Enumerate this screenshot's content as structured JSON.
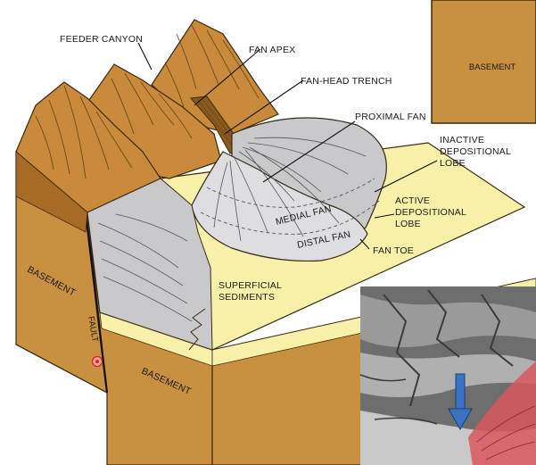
{
  "labels": {
    "feeder_canyon": "FEEDER CANYON",
    "fan_apex": "FAN APEX",
    "fan_head_trench": "FAN-HEAD TRENCH",
    "proximal_fan": "PROXIMAL FAN",
    "inactive_lobe": [
      "INACTIVE",
      "DEPOSITIONAL",
      "LOBE"
    ],
    "active_lobe": [
      "ACTIVE",
      "DEPOSITIONAL",
      "LOBE"
    ],
    "medial_fan": "MEDIAL FAN",
    "distal_fan": "DISTAL FAN",
    "fan_toe": "FAN TOE",
    "superficial_sediments": [
      "SUPERFICIAL",
      "SEDIMENTS"
    ],
    "basement_left": "BASEMENT",
    "basement_front": "BASEMENT",
    "basement_inset": "BASEMENT",
    "fault": "FAULT"
  },
  "colors": {
    "rock": "#c98a3c",
    "rock_dark": "#a86b26",
    "sediment": "#f6f0a8",
    "fan": "#c9c9cc",
    "fan_light": "#dedee2",
    "block_side": "#c8903f",
    "arrow": "#3b73c4",
    "active_red": "#d9575a"
  }
}
